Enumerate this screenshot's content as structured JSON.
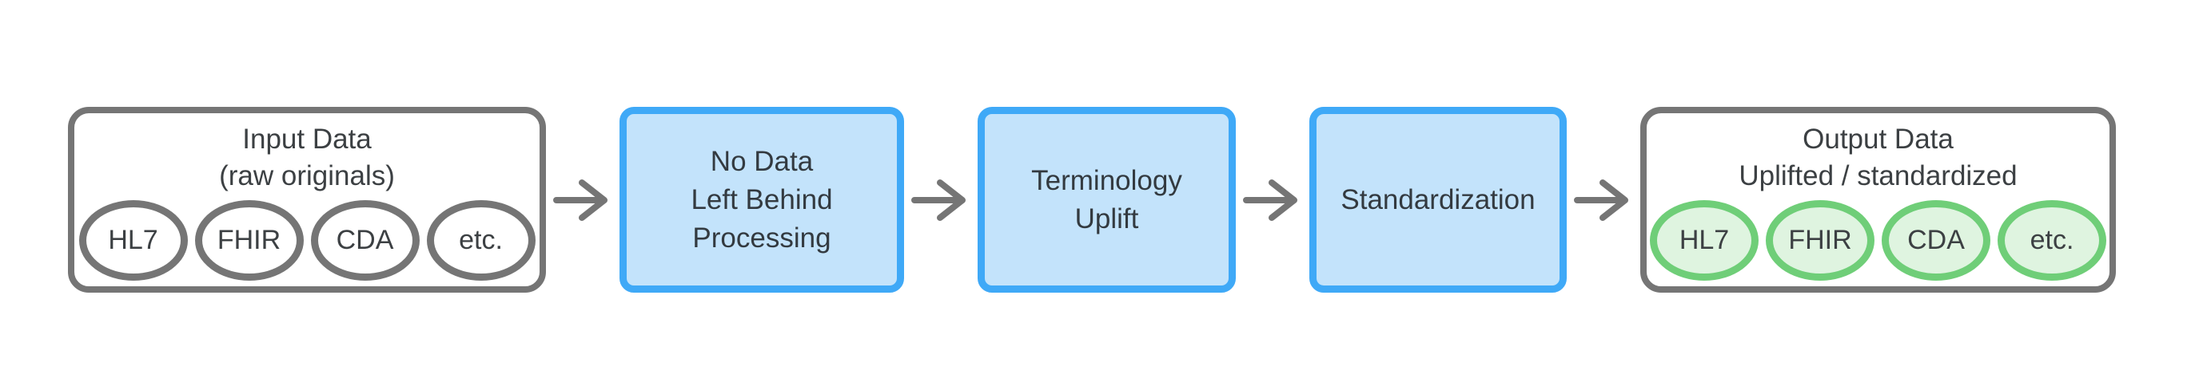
{
  "colors": {
    "background": "#ffffff",
    "gray_border": "#757575",
    "text_dark": "#3c4043",
    "blue_border": "#3fa9f7",
    "blue_fill": "#c3e3fb",
    "green_border": "#6fce78",
    "green_fill": "#dff4e0",
    "arrow": "#757575"
  },
  "flow": {
    "input": {
      "title_line1": "Input Data",
      "title_line2": "(raw originals)",
      "items": [
        "HL7",
        "FHIR",
        "CDA",
        "etc."
      ]
    },
    "stages": [
      {
        "lines": [
          "No Data",
          "Left Behind",
          "Processing"
        ]
      },
      {
        "lines": [
          "Terminology",
          "Uplift"
        ]
      },
      {
        "lines": [
          "Standardization"
        ]
      }
    ],
    "output": {
      "title_line1": "Output Data",
      "title_line2": "Uplifted / standardized",
      "items": [
        "HL7",
        "FHIR",
        "CDA",
        "etc."
      ]
    }
  }
}
